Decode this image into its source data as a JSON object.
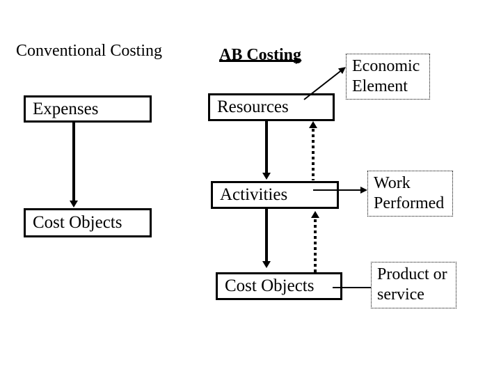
{
  "slide": {
    "background_color": "#ffffff",
    "ink_color": "#000000"
  },
  "conventional_column": {
    "title": "Conventional Costing",
    "expenses_label": "Expenses",
    "cost_objects_label": "Cost Objects"
  },
  "ab_column": {
    "title": "AB Costing",
    "resources_label": "Resources",
    "activities_label": "Activities",
    "cost_objects_label": "Cost Objects"
  },
  "annotations": {
    "economic_element": {
      "line1": "Economic",
      "line2": "Element"
    },
    "work_performed": {
      "line1": "Work",
      "line2": "Performed"
    },
    "product_or_service": {
      "line1": "Product or",
      "line2": "service"
    }
  }
}
